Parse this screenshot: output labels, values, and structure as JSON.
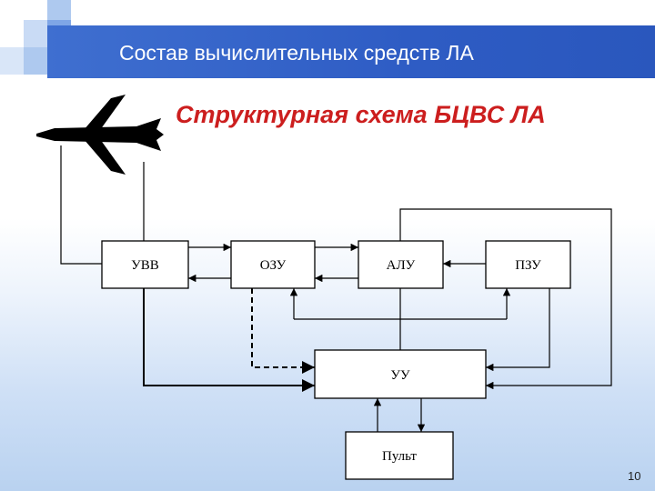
{
  "slide": {
    "title": "Состав вычислительных средств ЛА",
    "subtitle": "Структурная схема БЦВС ЛА",
    "page_number": "10"
  },
  "diagram": {
    "blocks": {
      "uvv": "УВВ",
      "ozu": "ОЗУ",
      "alu": "АЛУ",
      "pzu": "ПЗУ",
      "uu": "УУ",
      "pult": "Пульт"
    },
    "icons": [
      "airplane-icon"
    ]
  },
  "colors": {
    "title_bar": "#2e5cc4",
    "title_text": "#ffffff",
    "subtitle": "#cc1e1e",
    "deco_light": "#aec9ef",
    "deco_mid": "#7fa6e6"
  }
}
